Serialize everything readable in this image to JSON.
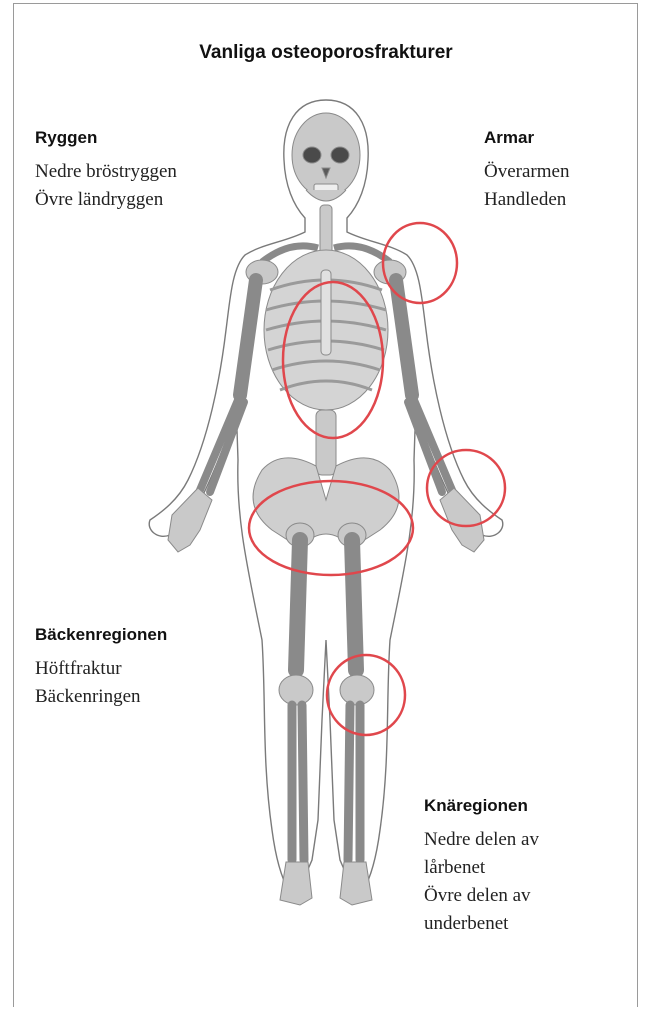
{
  "title": "Vanliga osteoporosfrakturer",
  "regions": {
    "back": {
      "heading": "Ryggen",
      "items": [
        "Nedre bröstryggen",
        "Övre ländryggen"
      ]
    },
    "arms": {
      "heading": "Armar",
      "items": [
        "Överarmen",
        "Handleden"
      ]
    },
    "pelvis": {
      "heading": "Bäckenregionen",
      "items": [
        "Höftfraktur",
        "Bäckenringen"
      ]
    },
    "knee": {
      "heading": "Knäregionen",
      "items": [
        "Nedre delen av",
        "lårbenet",
        "Övre delen av",
        "underbenet"
      ]
    }
  },
  "colors": {
    "highlight": "#e0474c",
    "bone": "#c9c9c9",
    "outline": "#7a7a7a"
  }
}
